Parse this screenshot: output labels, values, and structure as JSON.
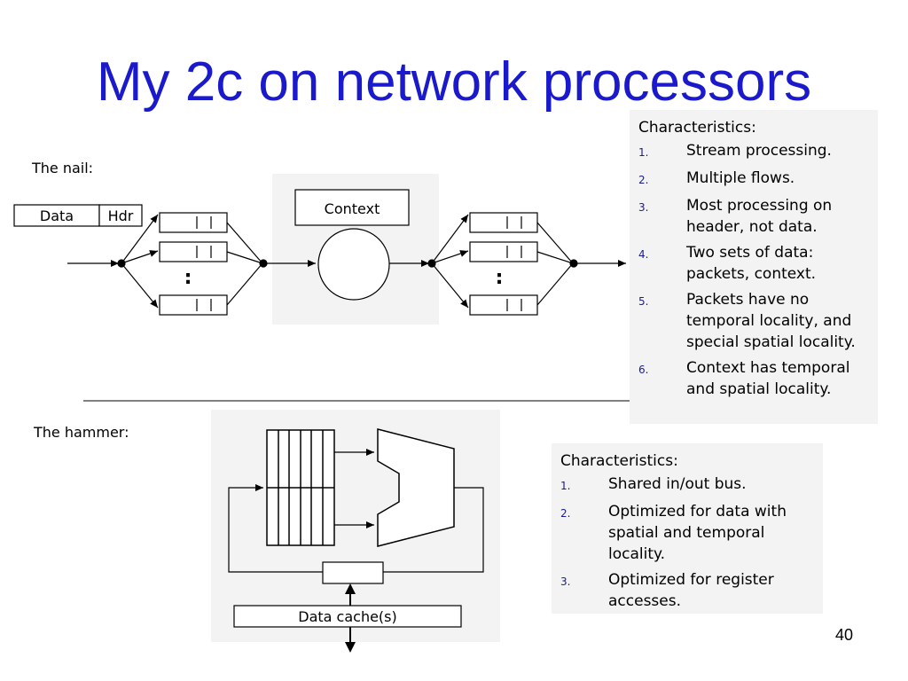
{
  "title": "My 2c on network processors",
  "nail": {
    "label": "The nail:",
    "packet": {
      "data_label": "Data",
      "hdr_label": "Hdr"
    },
    "context_label": "Context",
    "queue_ellipsis": ":",
    "characteristics": {
      "heading": "Characteristics:",
      "items": [
        {
          "num": "1.",
          "text": "Stream processing."
        },
        {
          "num": "2.",
          "text": "Multiple flows."
        },
        {
          "num": "3.",
          "text": "Most processing on header, not data."
        },
        {
          "num": "4.",
          "text": "Two sets of data: packets, context."
        },
        {
          "num": "5.",
          "text": "Packets have no temporal locality, and special spatial locality."
        },
        {
          "num": "6.",
          "text": "Context has temporal and spatial locality."
        }
      ]
    }
  },
  "hammer": {
    "label": "The hammer:",
    "cache_label": "Data cache(s)",
    "characteristics": {
      "heading": "Characteristics:",
      "items": [
        {
          "num": "1.",
          "text": "Shared in/out bus."
        },
        {
          "num": "2.",
          "text": "Optimized for data with spatial and temporal locality."
        },
        {
          "num": "3.",
          "text": "Optimized for register accesses."
        }
      ]
    }
  },
  "page_number": "40"
}
